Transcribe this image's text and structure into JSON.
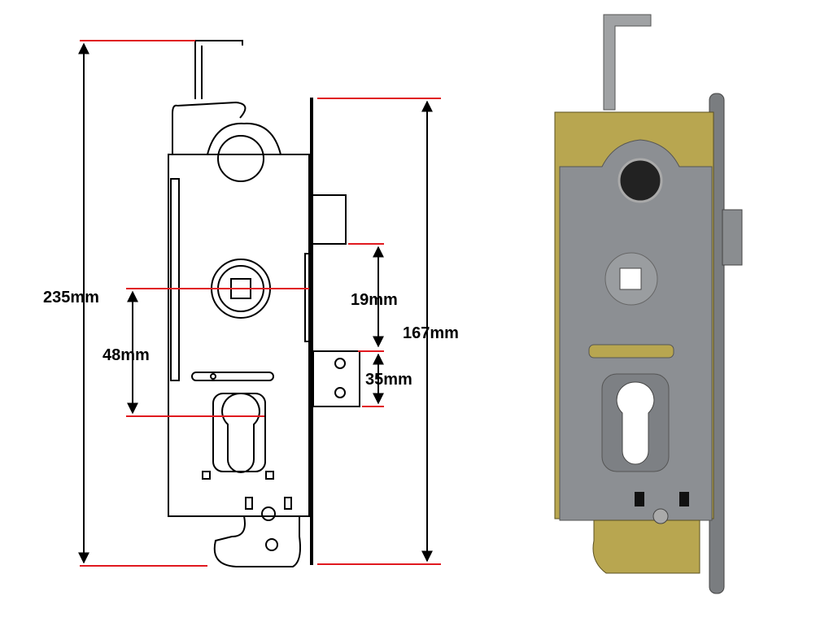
{
  "dimensions": {
    "overall_height": "235mm",
    "faceplate_height": "167mm",
    "spindle_to_cylinder": "48mm",
    "latch_to_spindle": "19mm",
    "bolt_height": "35mm"
  },
  "colors": {
    "dimension_line": "#e0191f",
    "drawing": "#000000",
    "body_grey": "#8c8f93",
    "brass": "#b8a650"
  }
}
